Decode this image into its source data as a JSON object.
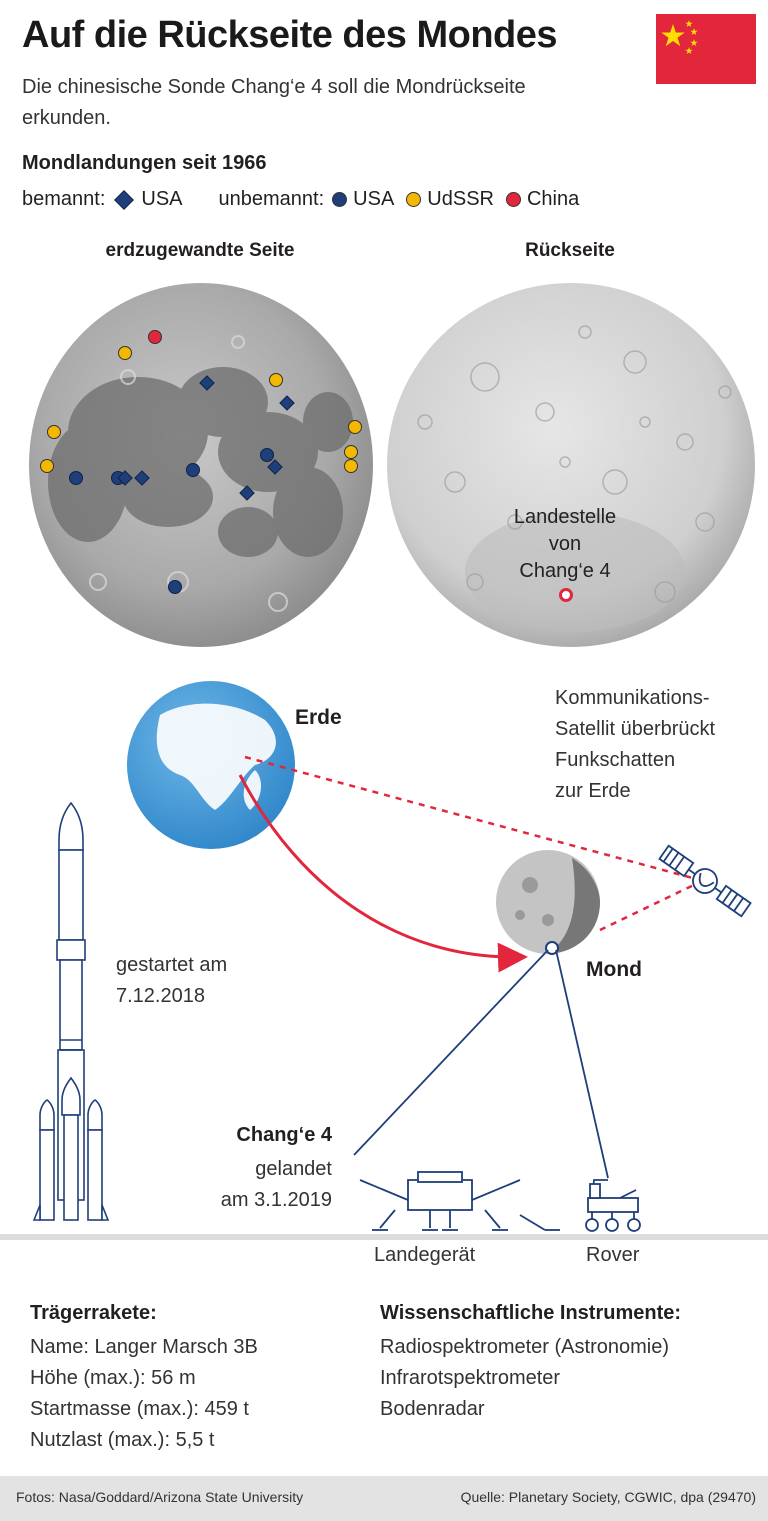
{
  "title": "Auf die Rückseite des Mondes",
  "subtitle": "Die chinesische Sonde Chang‘e 4 soll die Mondrückseite erkunden.",
  "landings": {
    "heading": "Mondlandungen seit 1966",
    "manned_label": "bemannt:",
    "unmanned_label": "unbemannt:",
    "usa": "USA",
    "udssr": "UdSSR",
    "china": "China",
    "colors": {
      "usa": "#1f3f7a",
      "udssr": "#f5b800",
      "china": "#e2263c"
    }
  },
  "near_side": {
    "heading": "erdzugewandte Seite"
  },
  "far_side": {
    "heading": "Rückseite",
    "site_label_1": "Landestelle",
    "site_label_2": "von",
    "site_label_3": "Chang‘e 4"
  },
  "mission": {
    "earth": "Erde",
    "moon": "Mond",
    "satellite_note_1": "Kommunikations-",
    "satellite_note_2": "Satellit überbrückt",
    "satellite_note_3": "Funkschatten",
    "satellite_note_4": "zur Erde",
    "launch_1": "gestartet am",
    "launch_2": "7.12.2018",
    "probe": "Chang‘e 4",
    "landed_1": "gelandet",
    "landed_2": "am 3.1.2019",
    "lander": "Landegerät",
    "rover": "Rover"
  },
  "rocket_info": {
    "heading": "Trägerrakete:",
    "name": "Name: Langer Marsch 3B",
    "height": "Höhe (max.):  56 m",
    "mass": "Startmasse (max.): 459 t",
    "payload": "Nutzlast (max.): 5,5 t"
  },
  "instruments": {
    "heading": "Wissenschaftliche Instrumente:",
    "items": [
      "Radiospektrometer (Astronomie)",
      "Infrarotspektrometer",
      "Bodenradar"
    ]
  },
  "footer": {
    "credits": "Fotos: Nasa/Goddard/Arizona State University",
    "source": "Quelle: Planetary Society, CGWIC, dpa (29470)"
  },
  "flag": {
    "color": "#de2910",
    "star_color": "#ffde00"
  }
}
